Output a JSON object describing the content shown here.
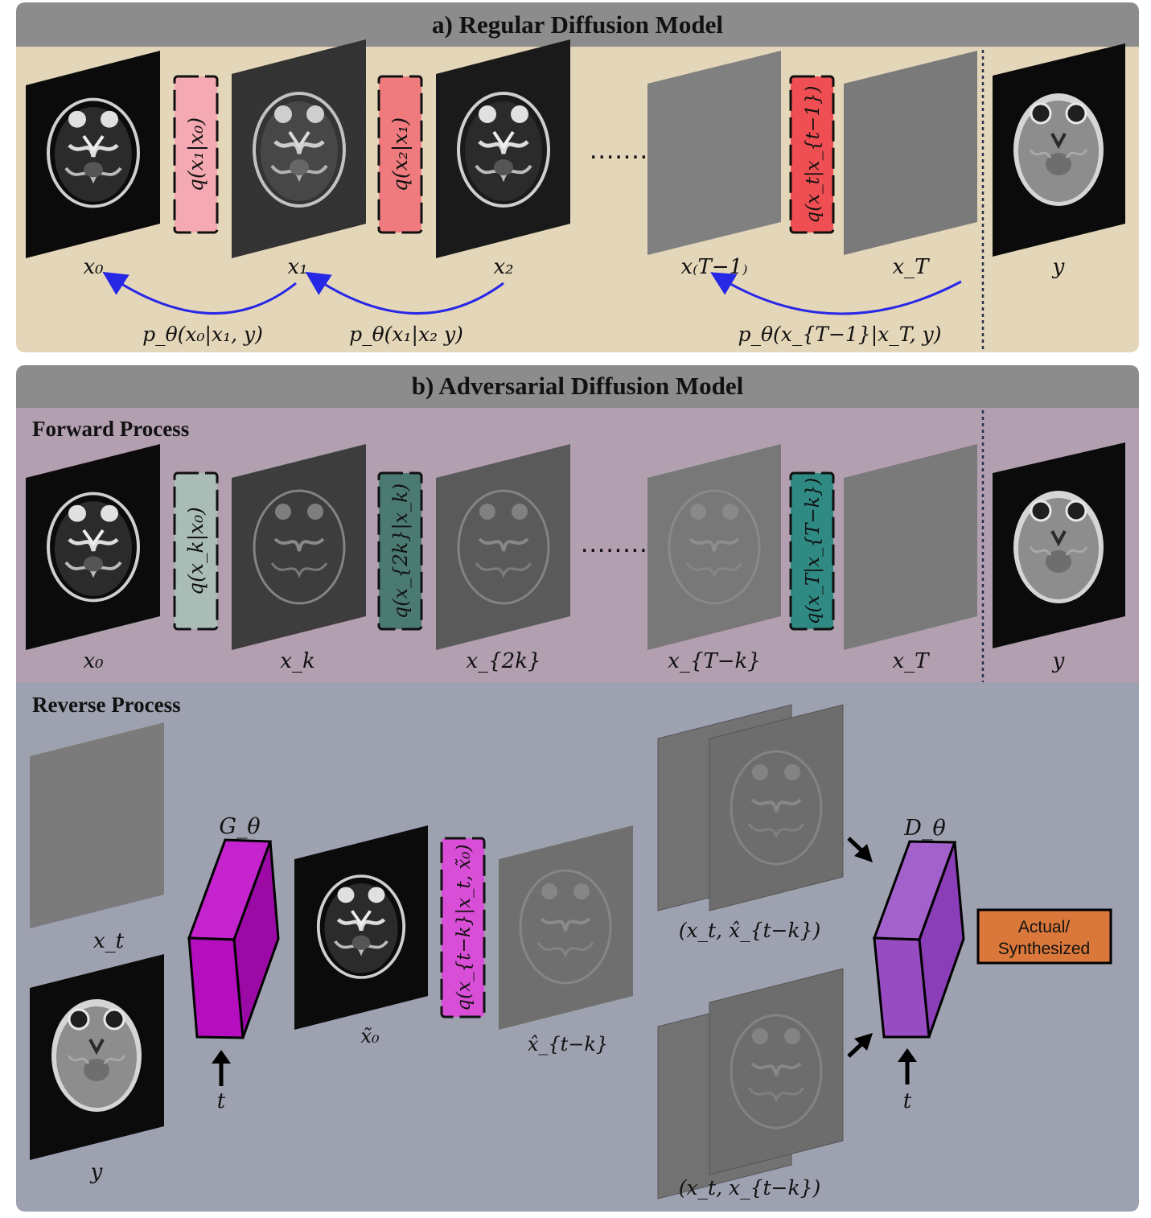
{
  "panel_a": {
    "title": "a) Regular Diffusion Model",
    "image_labels": [
      "x₀",
      "x₁",
      "x₂",
      "x₍T−1₎",
      "x_T",
      "y"
    ],
    "q_boxes": [
      "q(x₁|x₀)",
      "q(x₂|x₁)",
      "q(x_t|x_{t−1})"
    ],
    "reverse_labels": [
      "p_θ(x₀|x₁, y)",
      "p_θ(x₁|x₂  y)",
      "p_θ(x_{T−1}|x_T, y)"
    ],
    "colors": {
      "background": "#e4d6b9",
      "header": "#8c8c8c",
      "q1": "#f5a9b2",
      "q2": "#ef7b7f",
      "q3": "#ef4f52",
      "arrow": "#2727e6"
    }
  },
  "panel_b": {
    "title": "b) Adversarial Diffusion Model",
    "forward": {
      "title": "Forward Process",
      "image_labels": [
        "x₀",
        "x_k",
        "x_{2k}",
        "x_{T−k}",
        "x_T",
        "y"
      ],
      "q_boxes": [
        "q(x_k|x₀)",
        "q(x_{2k}|x_k)",
        "q(x_T|x_{T−k})"
      ],
      "colors": {
        "background": "#b29fb0",
        "q1": "#a9bdb6",
        "q2": "#4b7a73",
        "q3": "#2f8a84"
      }
    },
    "reverse": {
      "title": "Reverse Process",
      "labels": {
        "xt": "x_t",
        "y": "y",
        "generator": "G_θ",
        "discriminator": "D_θ",
        "t_gen": "t",
        "t_disc": "t",
        "x0_tilde": "x̃₀",
        "xhat": "x̂_{t−k}",
        "pair_fake": "(x_t, x̂_{t−k})",
        "pair_real": "(x_t, x_{t−k})"
      },
      "q_box": "q(x_{t−k}|x_t, x̃₀)",
      "output_label_lines": [
        "Actual/",
        "Synthesized"
      ],
      "colors": {
        "background": "#9ea1b0",
        "generator": "#b40ebf",
        "discriminator": "#984cc2",
        "q_box": "#d94ed6",
        "output": "#d9783a"
      }
    }
  }
}
